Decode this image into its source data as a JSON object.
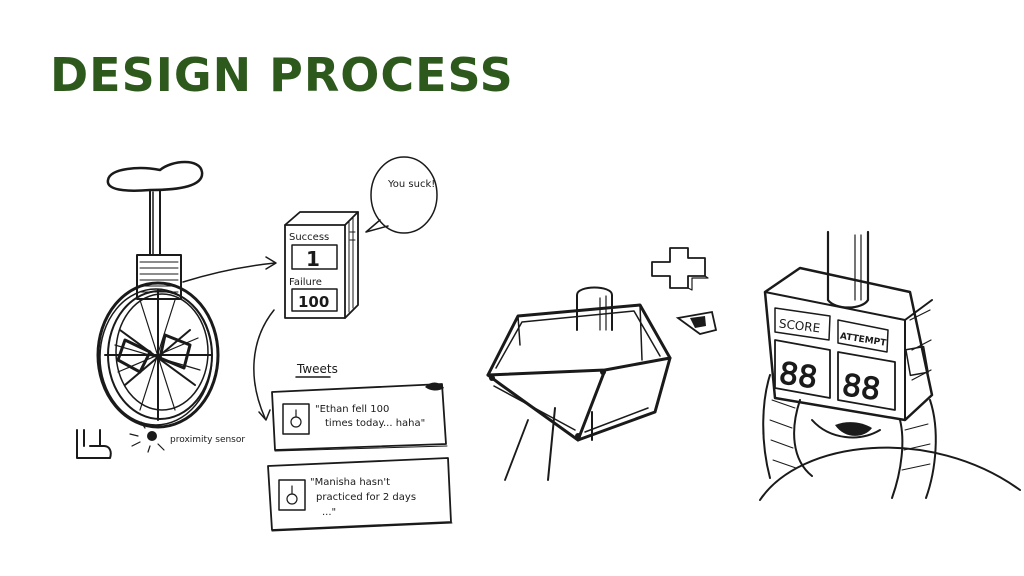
{
  "slide": {
    "title": "DESIGN PROCESS"
  },
  "sketch_left": {
    "scoreboard": {
      "success_label": "Success",
      "success_value": "1",
      "failure_label": "Failure",
      "failure_value": "100"
    },
    "speech_bubble": "You suck!",
    "sensor_label": "proximity sensor",
    "tweets": {
      "heading": "Tweets",
      "items": [
        {
          "line1": "\"Ethan fell 100",
          "line2": "times today... haha\""
        },
        {
          "line1": "\"Manisha hasn't",
          "line2": "practiced for 2 days",
          "line3": "...\""
        }
      ]
    }
  },
  "sketch_right": {
    "score_label": "SCORE",
    "attempt_label": "ATTEMPT",
    "score_digits": "88",
    "attempt_digits": "88"
  }
}
